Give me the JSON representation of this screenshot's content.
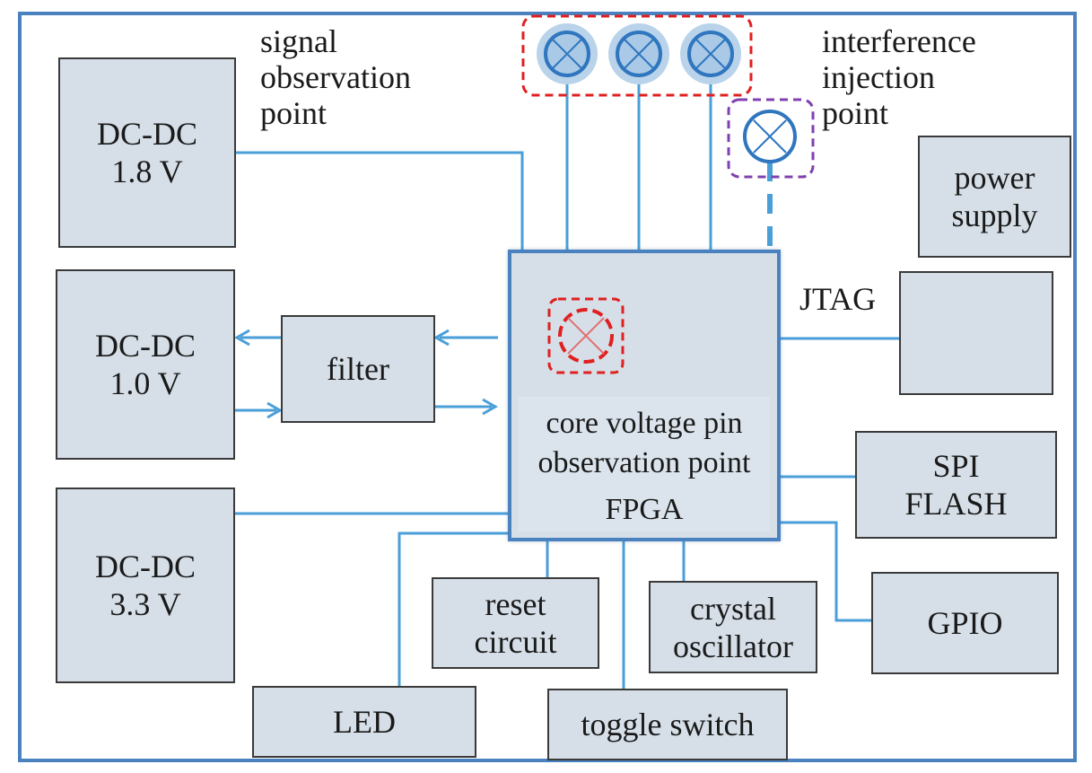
{
  "annotations": {
    "signal_observation": [
      "signal",
      "observation",
      "point"
    ],
    "interference_injection": [
      "interference",
      "injection",
      "point"
    ],
    "jtag": "JTAG"
  },
  "blocks": {
    "dcdc_18": [
      "DC-DC",
      "1.8 V"
    ],
    "dcdc_10": [
      "DC-DC",
      "1.0 V"
    ],
    "dcdc_33": [
      "DC-DC",
      "3.3 V"
    ],
    "filter": [
      "filter"
    ],
    "power_supply": [
      "power",
      "supply"
    ],
    "jtag_box": [],
    "spi_flash": [
      "SPI",
      "FLASH"
    ],
    "gpio": [
      "GPIO"
    ],
    "reset_circuit": [
      "reset",
      "circuit"
    ],
    "crystal_oscillator": [
      "crystal",
      "oscillator"
    ],
    "led": [
      "LED"
    ],
    "toggle_switch": [
      "toggle switch"
    ]
  },
  "fpga": {
    "line1": "core voltage pin",
    "line2": "observation point",
    "line3": "FPGA"
  },
  "colors": {
    "wire": "#4a9fd8",
    "fpga_border": "#4a82bf",
    "block_fill": "#d6dfe8",
    "observation_group": "#e02020",
    "injection_group": "#8040b0"
  }
}
